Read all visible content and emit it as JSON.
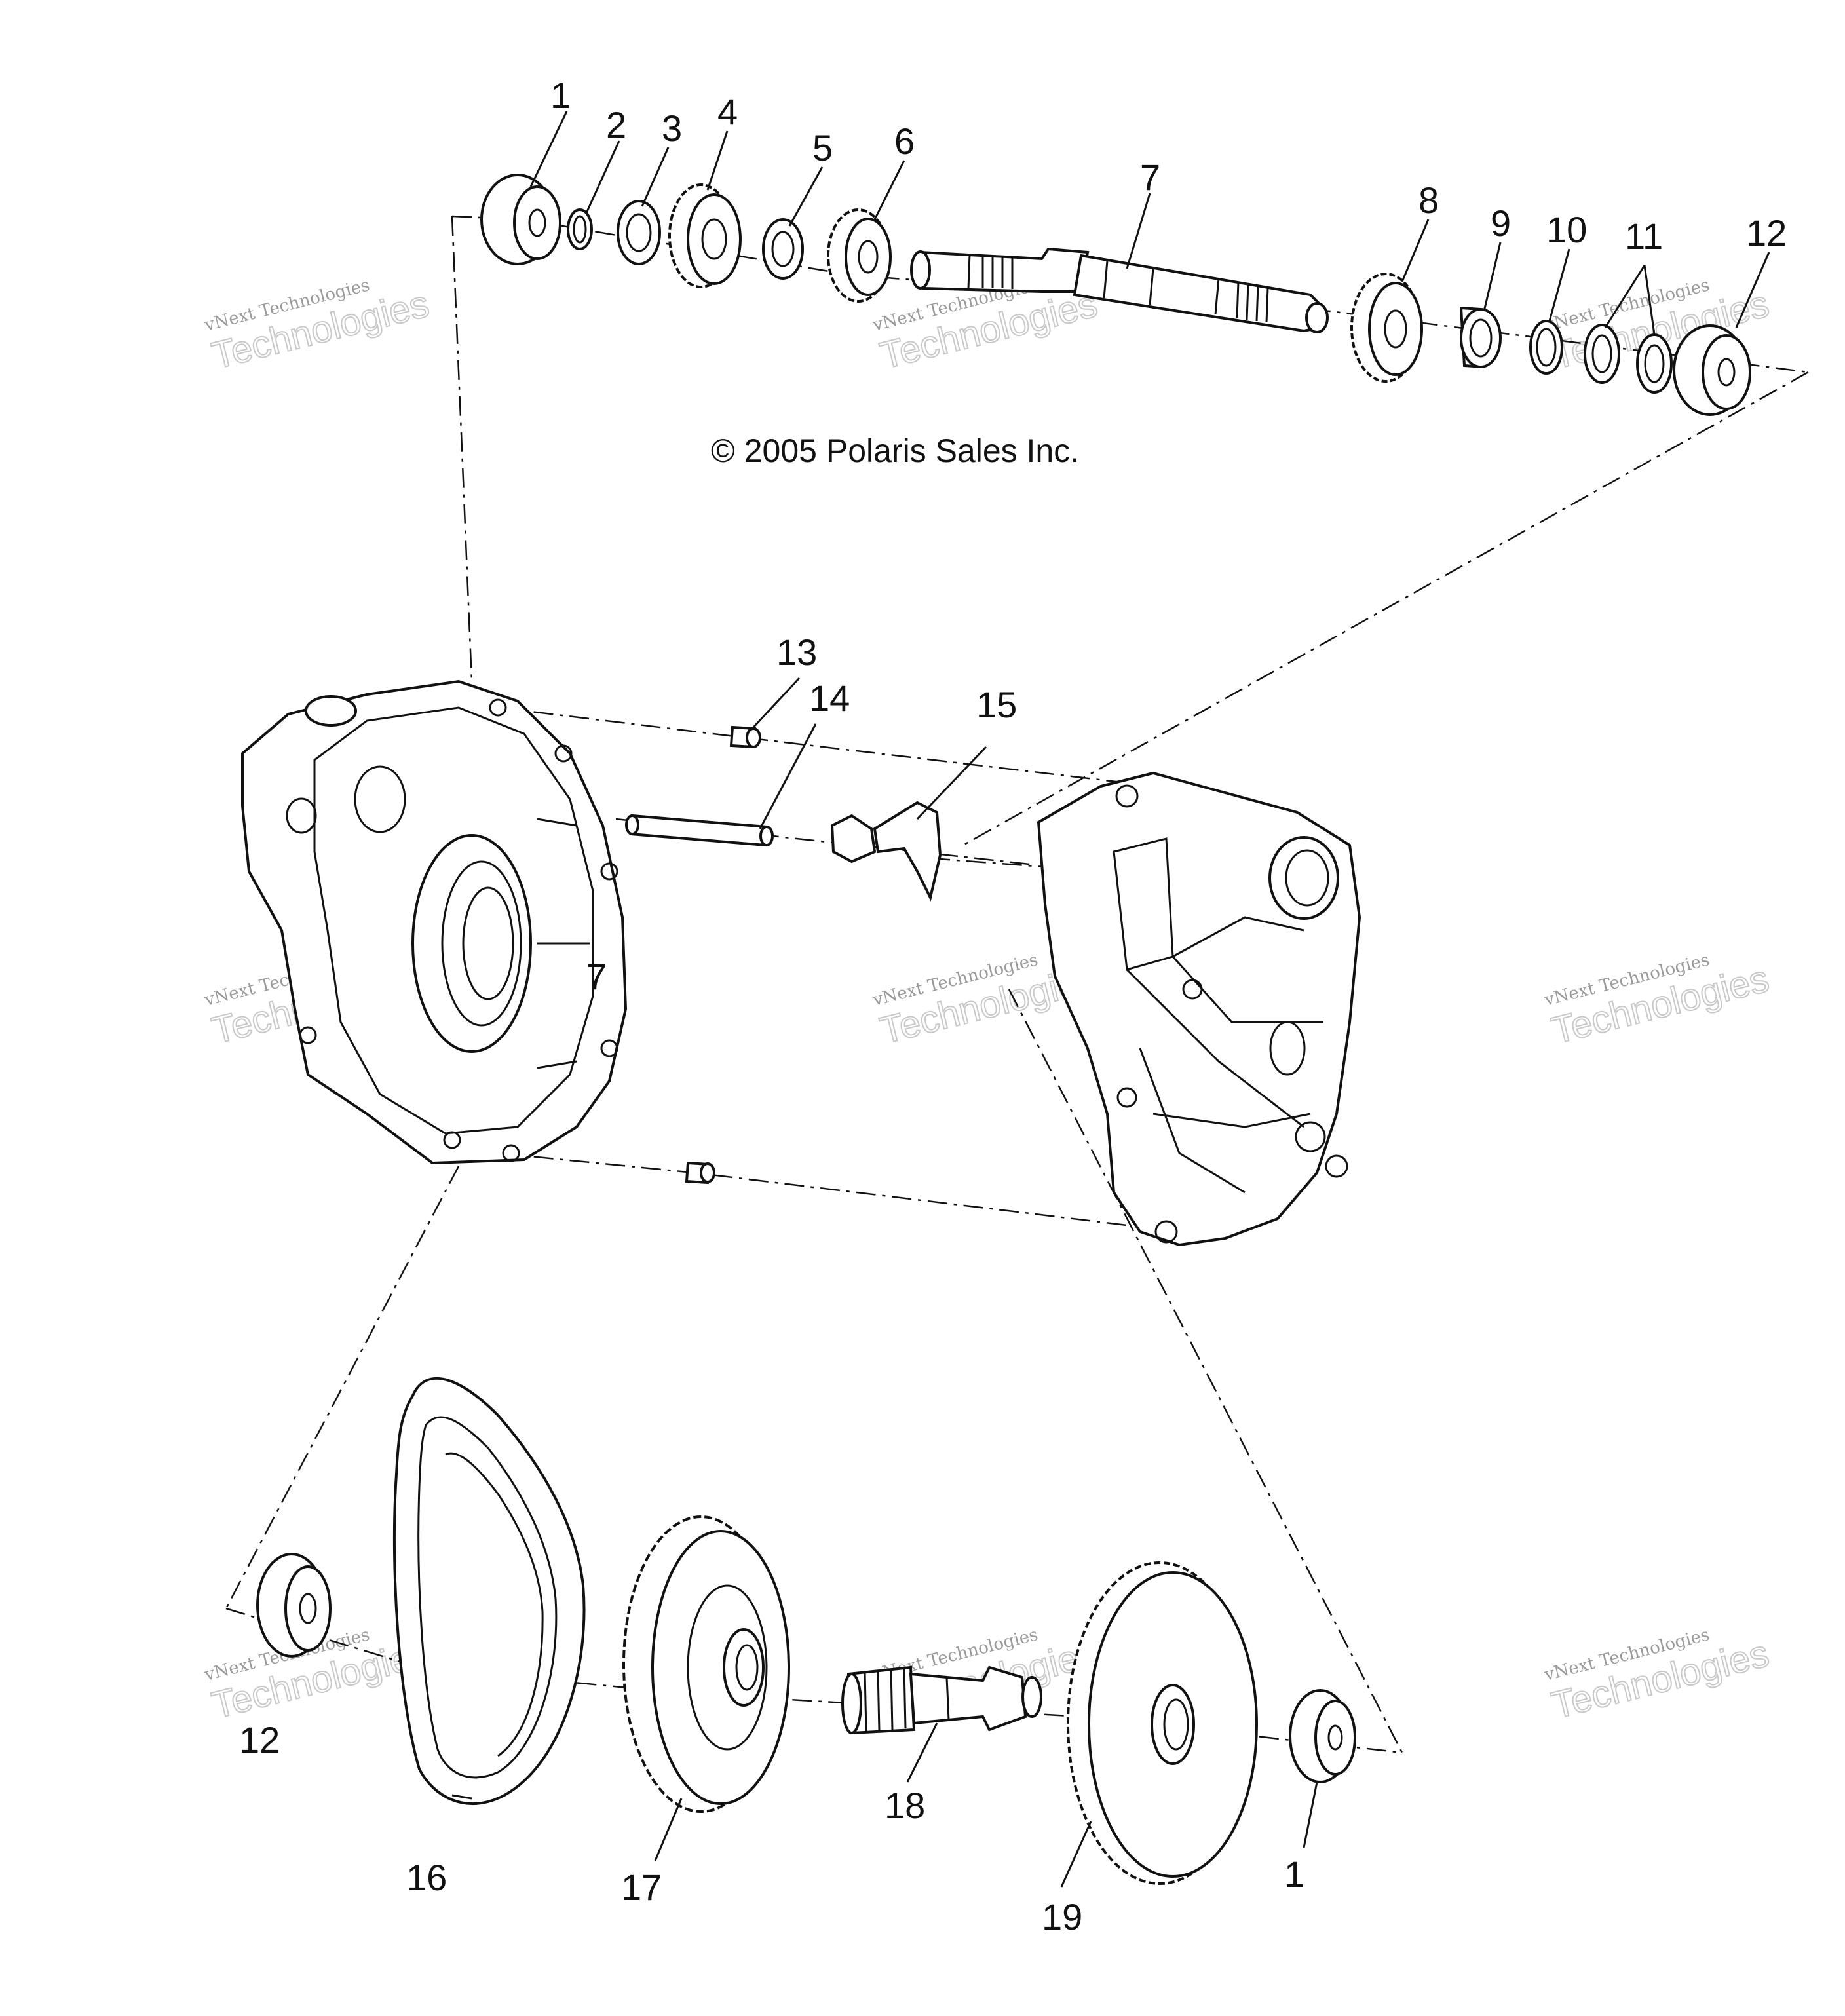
{
  "copyright": "© 2005 Polaris Sales Inc.",
  "watermark": {
    "line1": "vNext Technologies",
    "line2": "Technologies"
  },
  "callouts": {
    "c1": "1",
    "c2": "2",
    "c3": "3",
    "c4": "4",
    "c5": "5",
    "c6": "6",
    "c7": "7",
    "c8": "8",
    "c9": "9",
    "c10": "10",
    "c11": "11",
    "c12": "12",
    "c13": "13",
    "c14": "14",
    "c15": "15",
    "c12b": "12",
    "c16": "16",
    "c17": "17",
    "c18": "18",
    "c19": "19",
    "c1b": "1"
  },
  "colors": {
    "ink": "#111111",
    "watermark": "#9a9a9a",
    "background": "#ffffff"
  }
}
